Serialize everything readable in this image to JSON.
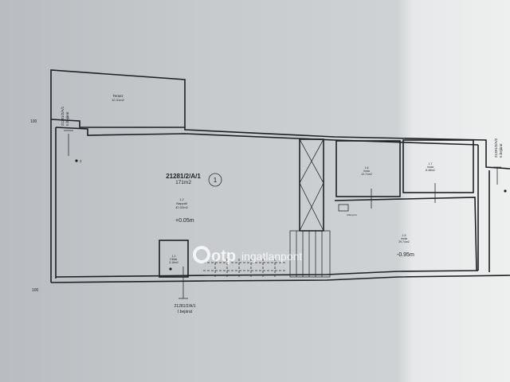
{
  "plan": {
    "terrace": {
      "name": "Terasz",
      "area": "10.31m2"
    },
    "unit_main": {
      "id": "21281/2/A/1",
      "area": "171m2",
      "marker": "1"
    },
    "living": {
      "number": "1.2",
      "name": "Nappali",
      "area": "42.02m2",
      "level": "+0.05m"
    },
    "room_small": {
      "number": "1.1",
      "name": "Előtér",
      "area": "3.16m2"
    },
    "room_a": {
      "number": "1.6",
      "name": "Iroda",
      "area": "12.71m2"
    },
    "room_b": {
      "number": "1.7",
      "name": "Iroda",
      "area": "8.48m2"
    },
    "room_c": {
      "number": "1.5",
      "name": "Iroda",
      "area": "29.74m2",
      "level": "-0.95m"
    },
    "entrance_2": {
      "id": "21281/2/A/1",
      "label": "II.bejárat"
    },
    "entrance_1": {
      "id": "21281/2/A/1",
      "label": "I.bejárat"
    },
    "entrance_other": {
      "id": "21281/2/A/2",
      "label": "II.bejárat"
    },
    "dimension_marks": [
      "100",
      "100"
    ],
    "point_label": "2",
    "meter_label": "villanyóra"
  },
  "watermark": {
    "brand": "otp",
    "text": "ingatlanpont"
  }
}
